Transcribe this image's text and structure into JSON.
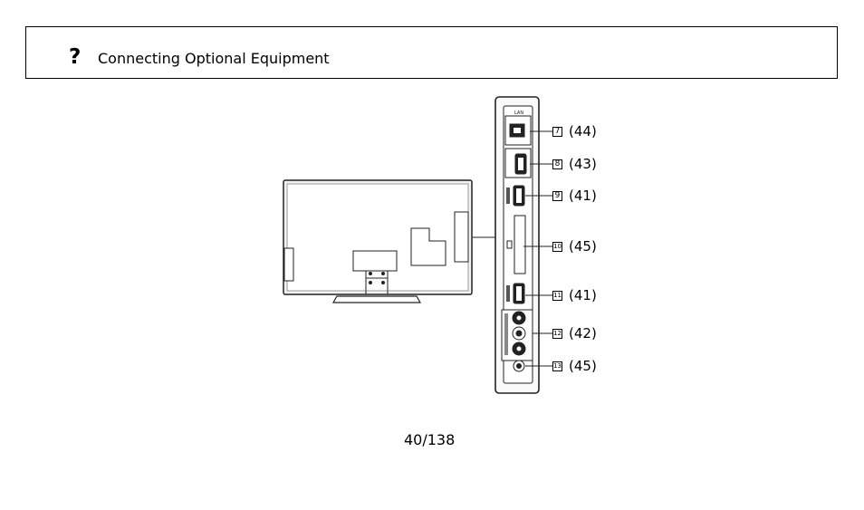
{
  "header": {
    "title": "Connecting Optional Equipment",
    "help_icon": "question-mark-icon"
  },
  "diagram": {
    "lan_label": "LAN",
    "callouts": [
      {
        "num": "7",
        "ref": "(44)"
      },
      {
        "num": "8",
        "ref": "(43)"
      },
      {
        "num": "9",
        "ref": "(41)"
      },
      {
        "num": "10",
        "ref": "(45)"
      },
      {
        "num": "11",
        "ref": "(41)"
      },
      {
        "num": "12",
        "ref": "(42)"
      },
      {
        "num": "13",
        "ref": "(45)"
      }
    ]
  },
  "footer": {
    "page_number": "40/138"
  }
}
